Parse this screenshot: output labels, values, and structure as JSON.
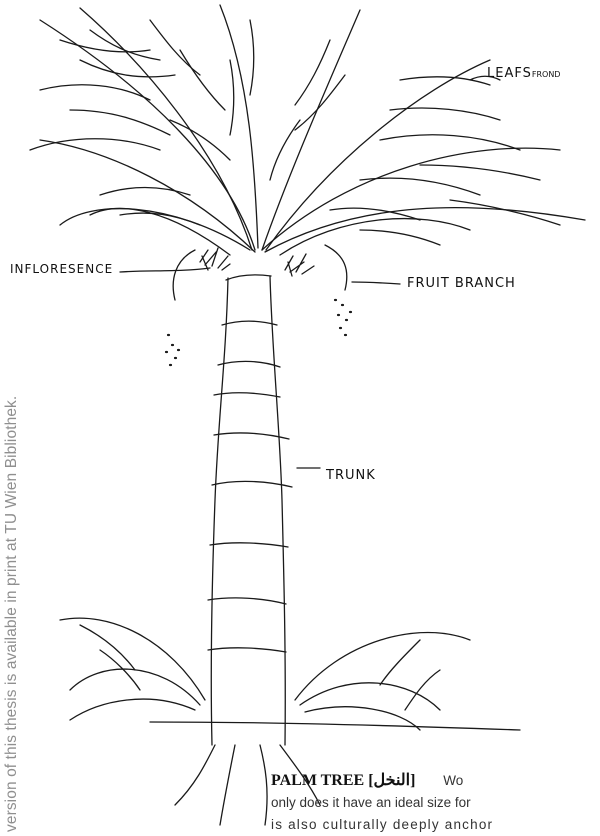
{
  "watermark": "version of this thesis is available in print at TU Wien Bibliothek.",
  "labels": {
    "leafs": "LEAFS",
    "leafs_suffix": "FROND",
    "inflorescence": "INFLORESENCE",
    "fruit_branch": "FRUIT BRANCH",
    "trunk": "TRUNK"
  },
  "caption": {
    "heading": "PALM TREE [النخل]",
    "line1_tail": "Wo",
    "line2": "only does it have an ideal size for",
    "line3": "is also culturally deeply anchor"
  }
}
